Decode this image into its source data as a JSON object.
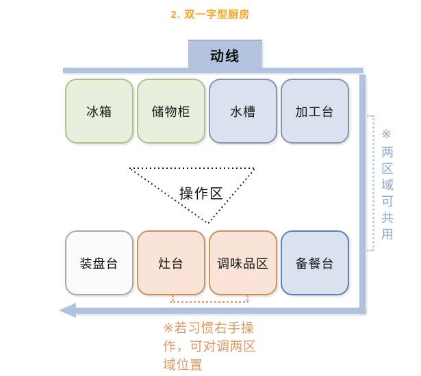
{
  "title": "2. 双一字型厨房",
  "diagram": {
    "flow_label": "动线",
    "top_row": [
      {
        "label": "冰箱",
        "type": "green"
      },
      {
        "label": "储物柜",
        "type": "green"
      },
      {
        "label": "水槽",
        "type": "blue"
      },
      {
        "label": "加工台",
        "type": "blue"
      }
    ],
    "work_zone_label": "操作区",
    "bottom_row": [
      {
        "label": "装盘台",
        "type": "gray"
      },
      {
        "label": "灶台",
        "type": "orange"
      },
      {
        "label": "调味品区",
        "type": "orange"
      },
      {
        "label": "备餐台",
        "type": "blue"
      }
    ],
    "right_note": "※两区域可共用",
    "bottom_note": "※若习惯右手操作，可对调两区域位置"
  },
  "colors": {
    "title_orange": "#f9a21d",
    "wall_blue": "#afc2de",
    "green_fill": "#e7f0dc",
    "green_border": "#a9c48c",
    "blue_fill": "#dbe2ef",
    "blue_border": "#8794b0",
    "blue_strong_border": "#5e81b5",
    "orange_fill": "#fae3d7",
    "orange_border": "#cf9160",
    "gray_fill": "#fbfbfb",
    "gray_border": "#a8a8a8",
    "right_note_color": "#8fa7c6",
    "bottom_note_color": "#dd9a61"
  }
}
